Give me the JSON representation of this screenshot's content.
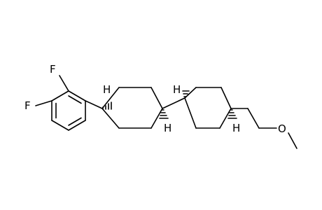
{
  "molecule": {
    "atoms": {
      "fluorine_top": "F",
      "fluorine_left": "F",
      "oxygen": "O",
      "hydrogens": [
        "H",
        "H",
        "H",
        "H"
      ]
    },
    "colors": {
      "line": "#000000",
      "background": "#ffffff"
    }
  }
}
